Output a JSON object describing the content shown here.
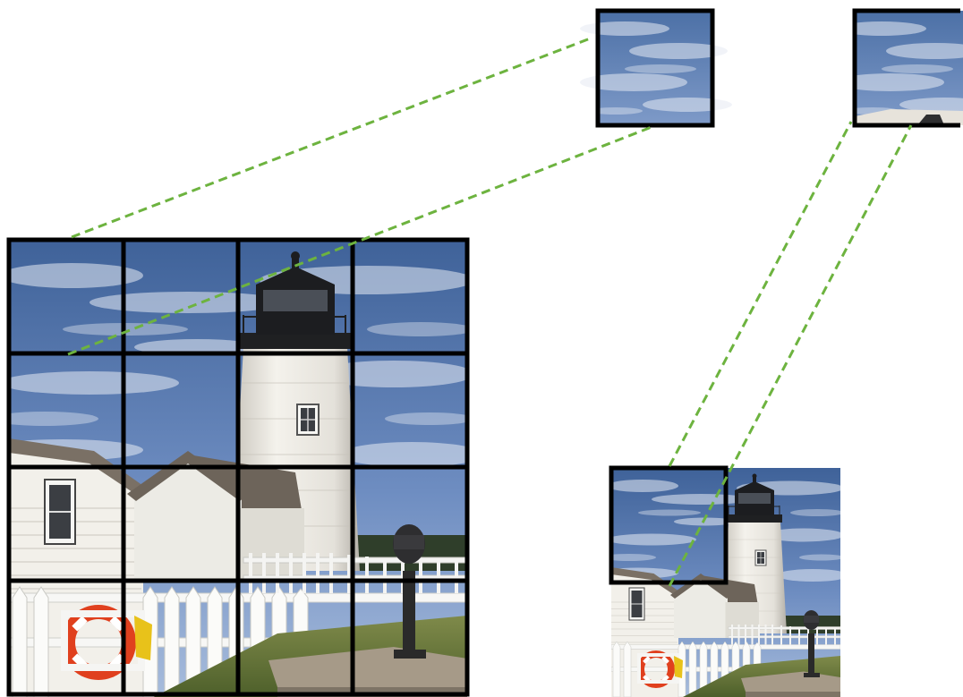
{
  "figure": {
    "grid": {
      "rows": 4,
      "cols": 4
    },
    "colors": {
      "connector": "#6db33f",
      "border": "#000000",
      "sky_top": "#4a6ea3",
      "sky_mid": "#6f8dc0",
      "sky_low": "#9db3d6",
      "cloud": "#e8edf5",
      "tower": "#e9e6df",
      "tower_shadow": "#b9b6ae",
      "lantern": "#1e1e20",
      "house_wall": "#f1efe9",
      "house_shadow": "#c9c7c0",
      "roof": "#6b6257",
      "fence": "#f7f7f5",
      "grass": "#5d7a34",
      "rock": "#8c8173",
      "ground": "#a39684",
      "lifebuoy": "#e0401e",
      "yellow": "#e8c21a",
      "scope": "#2a2a2a"
    },
    "panels": [
      {
        "id": "large-grid-image",
        "description_icon": "lighthouse-photo"
      },
      {
        "id": "small-full-image",
        "description_icon": "lighthouse-photo"
      },
      {
        "id": "zoomed-patch-sky",
        "description_icon": "sky-patch"
      },
      {
        "id": "zoomed-patch-corner",
        "description_icon": "sky-patch"
      }
    ]
  }
}
